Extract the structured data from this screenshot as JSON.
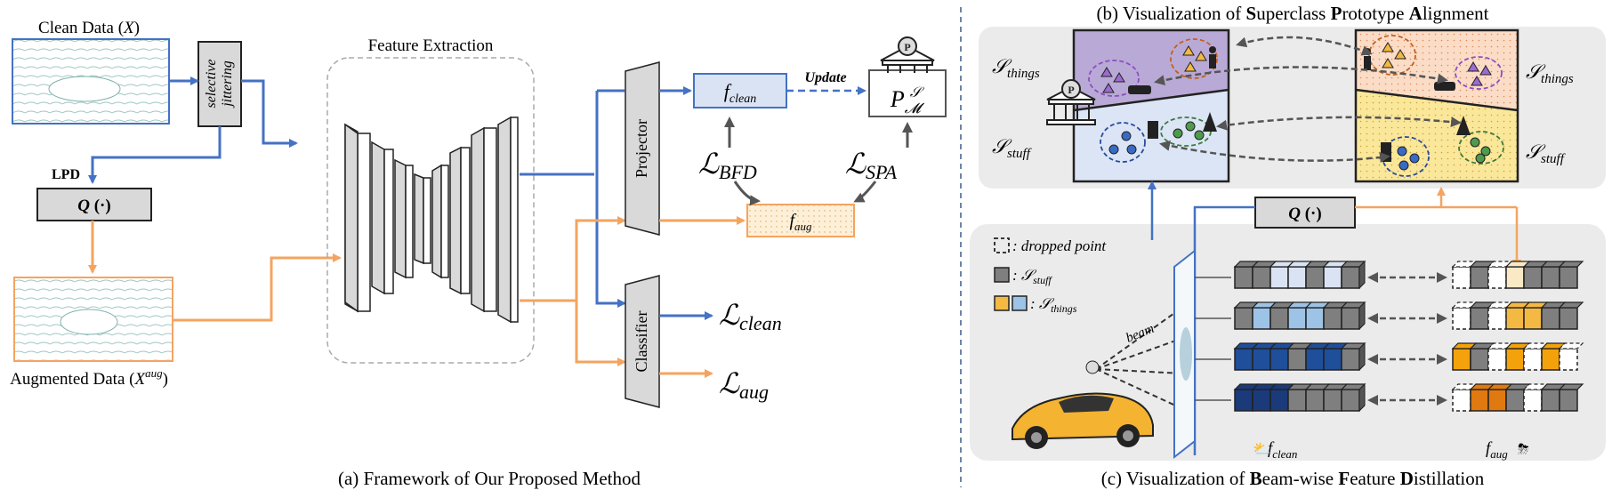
{
  "panel_a": {
    "caption": "(a) Framework of Our Proposed Method",
    "clean_data_label": "Clean Data (X)",
    "augmented_data_label": "Augmented Data (X^aug)",
    "feature_extraction_label": "Feature Extraction",
    "selective_jittering_label": "selective jittering",
    "lpd_label": "LPD",
    "q_label": "Q (·)",
    "projector_label": "Projector",
    "classifier_label": "Classifier",
    "f_clean_label": "f_clean",
    "f_aug_label": "f_aug",
    "update_label": "Update",
    "prototype_label": "P_M^S",
    "loss_bfd": "L_BFD",
    "loss_spa": "L_SPA",
    "loss_clean": "L_clean",
    "loss_aug": "L_aug"
  },
  "panel_b": {
    "caption_parts": [
      "(b) Visualization of ",
      "S",
      "uperclass ",
      "P",
      "rototype ",
      "A",
      "lignment"
    ],
    "s_things": "S_things",
    "s_stuff": "S_stuff"
  },
  "panel_c": {
    "caption_parts": [
      "(c) Visualization of ",
      "B",
      "eam-wise ",
      "F",
      "eature ",
      "D",
      "istillation"
    ],
    "q_label": "Q (·)",
    "legend_dropped": ": dropped point",
    "legend_stuff": ": S_stuff",
    "legend_things": ": S_things",
    "beam_label": "beam",
    "f_clean_label": "f_clean",
    "f_aug_label": "f_aug"
  },
  "colors": {
    "blue": "#4472c4",
    "orange": "#f4a460",
    "gray_panel": "#ebebeb",
    "node_gray": "#d9d9d9",
    "things_bg": "#fbe0cc",
    "stuff_bg_right": "#fbe9a3",
    "stuff_bg_left": "#dbe5f5"
  }
}
